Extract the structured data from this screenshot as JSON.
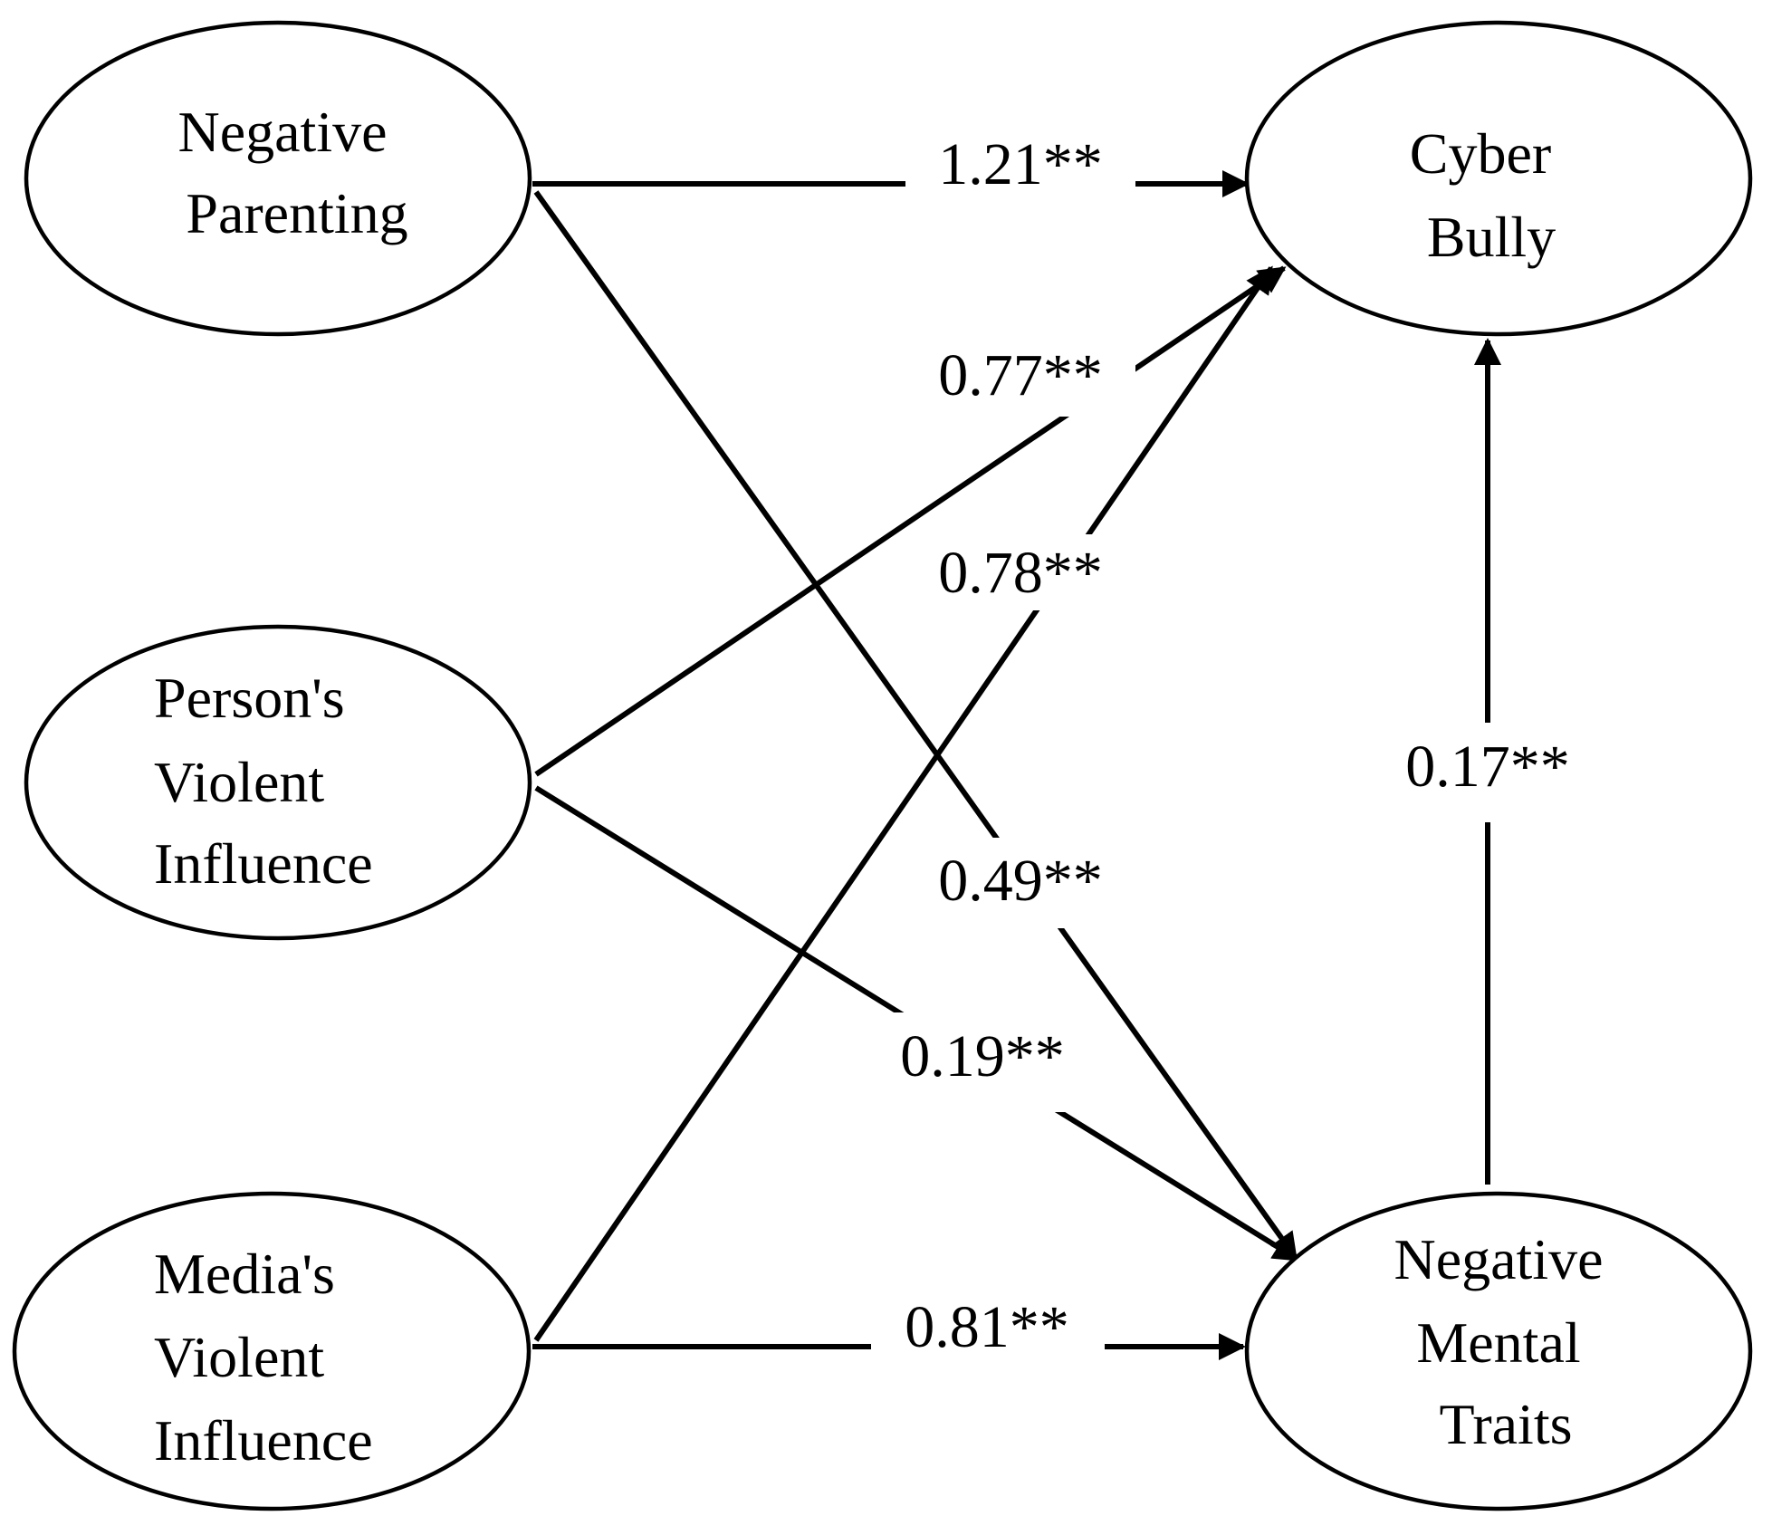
{
  "nodes": {
    "negative_parenting": {
      "lines": [
        "Negative",
        "Parenting"
      ]
    },
    "persons_violent_influence": {
      "lines": [
        "Person's",
        "Violent",
        "Influence"
      ]
    },
    "medias_violent_influence": {
      "lines": [
        "Media's",
        "Violent",
        "Influence"
      ]
    },
    "cyber_bully": {
      "lines": [
        "Cyber",
        "Bully"
      ]
    },
    "negative_mental_traits": {
      "lines": [
        "Negative",
        "Mental",
        "Traits"
      ]
    }
  },
  "paths": {
    "parenting_to_cyber": {
      "from": "Negative Parenting",
      "to": "Cyber Bully",
      "coefficient": "1.21**"
    },
    "persons_to_cyber": {
      "from": "Person's Violent Influence",
      "to": "Cyber Bully",
      "coefficient": "0.77**"
    },
    "media_to_cyber": {
      "from": "Media's Violent Influence",
      "to": "Cyber Bully",
      "coefficient": "0.78**"
    },
    "mental_to_cyber": {
      "from": "Negative Mental Traits",
      "to": "Cyber Bully",
      "coefficient": "0.17**"
    },
    "parenting_to_mental": {
      "from": "Negative Parenting",
      "to": "Negative Mental Traits",
      "coefficient": "0.49**"
    },
    "persons_to_mental": {
      "from": "Person's Violent Influence",
      "to": "Negative Mental Traits",
      "coefficient": "0.19**"
    },
    "media_to_mental": {
      "from": "Media's Violent Influence",
      "to": "Negative Mental Traits",
      "coefficient": "0.81**"
    }
  }
}
